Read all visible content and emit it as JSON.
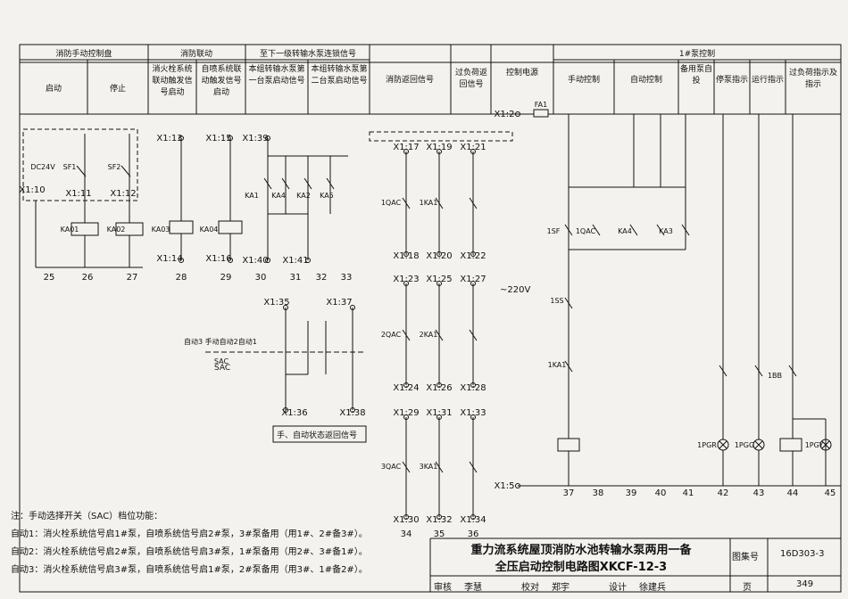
{
  "header": {
    "manual_panel": "消防手动控制盘",
    "manual_start": "启动",
    "manual_stop": "停止",
    "fire_linkage": "消防联动",
    "hydrant_signal": "消火栓系统联动触发信号启动",
    "sprinkler_signal": "自喷系统联动触发信号启动",
    "pump_link": "至下一级转输水泵连锁信号",
    "pump1_signal": "本组转输水泵第一台泵启动信号",
    "pump2_signal": "本组转输水泵第二台泵启动信号",
    "fire_feedback": "消防返回信号",
    "overload_feedback": "过负荷返回信号",
    "control_power": "控制电源",
    "pump1_control": "1#泵控制",
    "manual_control": "手动控制",
    "auto_control": "自动控制",
    "standby_auto": "备用泵自投",
    "stop_indicator": "停泵指示",
    "run_indicator": "运行指示",
    "overload_indicator": "过负荷指示及指示"
  },
  "terminals": [
    "X1:10",
    "X1:11",
    "X1:12",
    "X1:13",
    "X1:14",
    "X1:15",
    "X1:16",
    "X1:39",
    "X1:40",
    "X1:41",
    "X1:35",
    "X1:36",
    "X1:37",
    "X1:38",
    "X1:17",
    "X1:18",
    "X1:19",
    "X1:20",
    "X1:21",
    "X1:22",
    "X1:23",
    "X1:24",
    "X1:25",
    "X1:26",
    "X1:27",
    "X1:28",
    "X1:29",
    "X1:30",
    "X1:31",
    "X1:32",
    "X1:33",
    "X1:34",
    "X1:2",
    "X1:5"
  ],
  "devices": [
    "DC24V",
    "SF1",
    "SF2",
    "KA01",
    "KA02",
    "KA03",
    "KA04",
    "KA1",
    "KA4",
    "KA2",
    "KA5",
    "1QAC",
    "1KA1",
    "2QAC",
    "2KA1",
    "3QAC",
    "3KA1",
    "FA1",
    "1SF",
    "1SS",
    "1KA1",
    "1QAC",
    "KA4",
    "KA3",
    "1PGR",
    "1PGG",
    "1PGY",
    "1BB",
    "SAC"
  ],
  "bottom_numbers": [
    "25",
    "26",
    "27",
    "28",
    "29",
    "30",
    "31",
    "32",
    "33",
    "34",
    "35",
    "36",
    "37",
    "38",
    "39",
    "40",
    "41",
    "42",
    "43",
    "44",
    "45"
  ],
  "sac_label": "自动3 手动自动2自动1",
  "sac_name": "SAC",
  "voltage": "~220V",
  "feedback_box": "手、自动状态返回信号",
  "notes": {
    "title": "注：手动选择开关（SAC）档位功能：",
    "auto1": "自动1：消火栓系统信号启1#泵，自喷系统信号启2#泵，3#泵备用（用1#、2#备3#）。",
    "auto2": "自动2：消火栓系统信号启2#泵，自喷系统信号启3#泵，1#泵备用（用2#、3#备1#）。",
    "auto3": "自动3：消火栓系统信号启3#泵，自喷系统信号启1#泵，2#泵备用（用3#、1#备2#）。"
  },
  "title_block": {
    "title_line1": "重力流系统屋顶消防水池转输水泵两用一备",
    "title_line2": "全压启动控制电路图XKCF-12-3",
    "atlas_label": "图集号",
    "atlas_no": "16D303-3",
    "review": "审核",
    "reviewer": "李慧",
    "check": "校对",
    "checker": "郑宇",
    "design": "设计",
    "designer": "徐建兵",
    "page_label": "页",
    "page_no": "349"
  }
}
